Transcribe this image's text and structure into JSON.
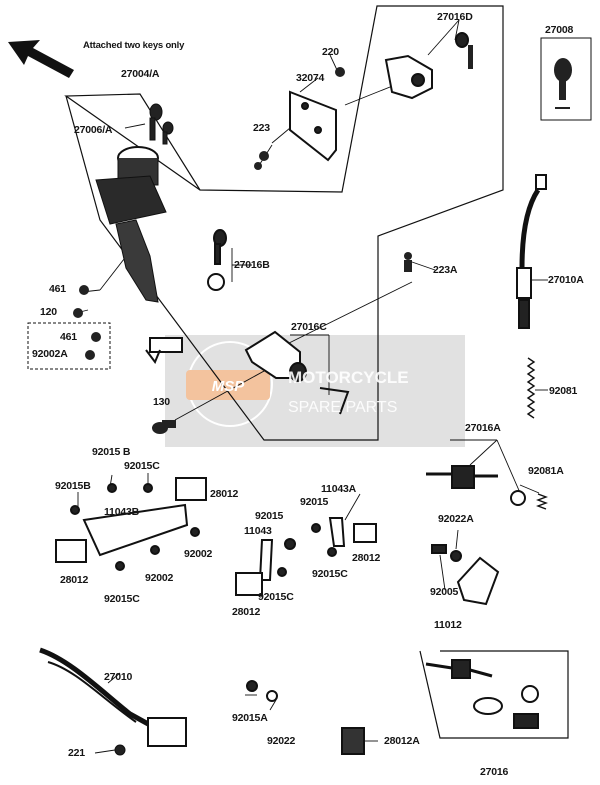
{
  "note": "Attached two keys only",
  "watermark": {
    "badge": "MSP",
    "line1": "MOTORCYCLE",
    "line2": "SPARE PARTS"
  },
  "labels": {
    "l27016D": "27016D",
    "l27008": "27008",
    "l220": "220",
    "l32074": "32074",
    "l27004A": "27004/A",
    "l27006A": "27006/A",
    "l223": "223",
    "l27016B": "27016B",
    "l223A": "223A",
    "l27010A": "27010A",
    "l461a": "461",
    "l120": "120",
    "l461b": "461",
    "l92002A": "92002A",
    "l27016C": "27016C",
    "l92081": "92081",
    "l130": "130",
    "l27016A": "27016A",
    "l92015B_a": "92015 B",
    "l92015C_a": "92015C",
    "l92015B_b": "92015B",
    "l28012_a": "28012",
    "l11043B": "11043B",
    "l92002_a": "92002",
    "l28012_b": "28012",
    "l92002_b": "92002",
    "l92015C_b": "92015C",
    "l11043A": "11043A",
    "l92015_a": "92015",
    "l92015_b": "92015",
    "l11043": "11043",
    "l28012_c": "28012",
    "l92015C_c": "92015C",
    "l28012_d": "28012",
    "l92015C_d": "92015C",
    "l92081A": "92081A",
    "l92022A": "92022A",
    "l92005": "92005",
    "l11012": "11012",
    "l27010": "27010",
    "l221": "221",
    "l92015A": "92015A",
    "l92022": "92022",
    "l28012A": "28012A",
    "l27016": "27016"
  }
}
